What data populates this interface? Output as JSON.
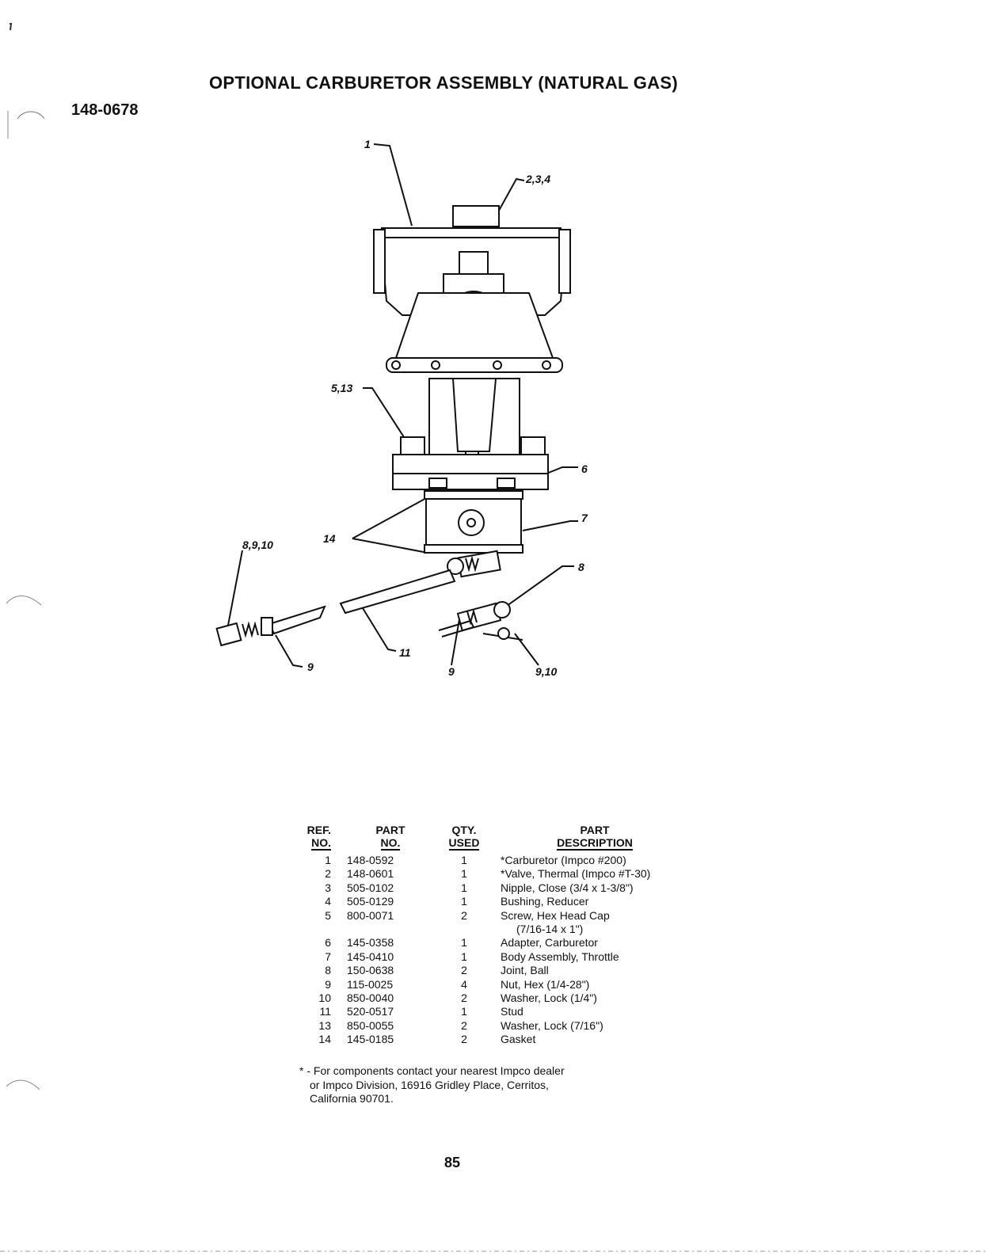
{
  "page": {
    "title": "OPTIONAL CARBURETOR ASSEMBLY (NATURAL GAS)",
    "doc_number": "148-0678",
    "page_number": "85"
  },
  "diagram": {
    "callouts": [
      "1",
      "2,3,4",
      "5,13",
      "6",
      "7",
      "8",
      "8,9,10",
      "14",
      "9",
      "11",
      "9",
      "9,10"
    ]
  },
  "table": {
    "headers": {
      "ref": [
        "REF.",
        "NO."
      ],
      "part": [
        "PART",
        "NO."
      ],
      "qty": [
        "QTY.",
        "USED"
      ],
      "desc": [
        "PART",
        "DESCRIPTION"
      ]
    },
    "rows": [
      {
        "ref": "1",
        "part": "148-0592",
        "qty": "1",
        "desc": [
          "*Carburetor (Impco #200)"
        ]
      },
      {
        "ref": "2",
        "part": "148-0601",
        "qty": "1",
        "desc": [
          "*Valve, Thermal (Impco #T-30)"
        ]
      },
      {
        "ref": "3",
        "part": "505-0102",
        "qty": "1",
        "desc": [
          "Nipple, Close (3/4 x 1-3/8\")"
        ]
      },
      {
        "ref": "4",
        "part": "505-0129",
        "qty": "1",
        "desc": [
          "Bushing, Reducer"
        ]
      },
      {
        "ref": "5",
        "part": "800-0071",
        "qty": "2",
        "desc": [
          "Screw, Hex Head Cap",
          "(7/16-14 x 1\")"
        ]
      },
      {
        "ref": "6",
        "part": "145-0358",
        "qty": "1",
        "desc": [
          "Adapter, Carburetor"
        ]
      },
      {
        "ref": "7",
        "part": "145-0410",
        "qty": "1",
        "desc": [
          "Body Assembly, Throttle"
        ]
      },
      {
        "ref": "8",
        "part": "150-0638",
        "qty": "2",
        "desc": [
          "Joint, Ball"
        ]
      },
      {
        "ref": "9",
        "part": "115-0025",
        "qty": "4",
        "desc": [
          "Nut, Hex (1/4-28\")"
        ]
      },
      {
        "ref": "10",
        "part": "850-0040",
        "qty": "2",
        "desc": [
          "Washer, Lock (1/4\")"
        ]
      },
      {
        "ref": "11",
        "part": "520-0517",
        "qty": "1",
        "desc": [
          "Stud"
        ]
      },
      {
        "ref": "13",
        "part": "850-0055",
        "qty": "2",
        "desc": [
          "Washer, Lock (7/16\")"
        ]
      },
      {
        "ref": "14",
        "part": "145-0185",
        "qty": "2",
        "desc": [
          "Gasket"
        ]
      }
    ]
  },
  "footnote": {
    "lines": [
      "* - For components contact your nearest Impco dealer",
      "or Impco Division, 16916 Gridley Place, Cerritos,",
      "California 90701."
    ]
  }
}
